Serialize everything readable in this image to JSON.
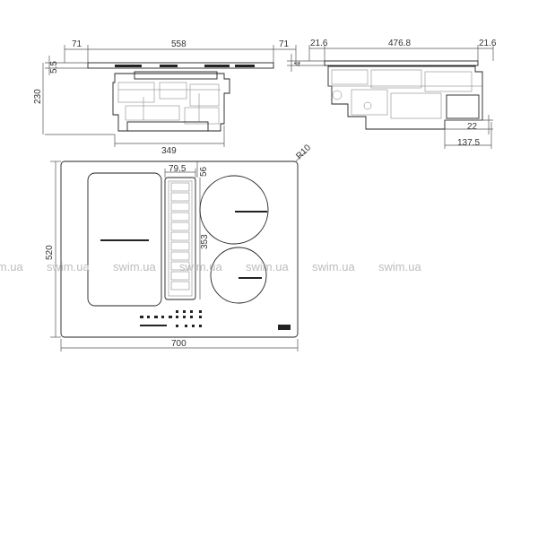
{
  "dimensions": {
    "side_left_margin": "71",
    "side_width": "558",
    "side_right_margin": "71",
    "side_height": "230",
    "side_glass": "5.5",
    "side_body_width": "349",
    "front_left": "21.6",
    "front_width": "476.8",
    "front_right": "21.6",
    "front_glass": "4",
    "front_bottom": "22",
    "front_depth": "137.5",
    "top_corner_radius": "R10",
    "top_vent_width": "79.5",
    "top_vent_offset": "56",
    "top_vent_length": "353",
    "top_depth": "520",
    "top_width": "700"
  },
  "watermark": "swim.ua",
  "watermark_count": 7
}
